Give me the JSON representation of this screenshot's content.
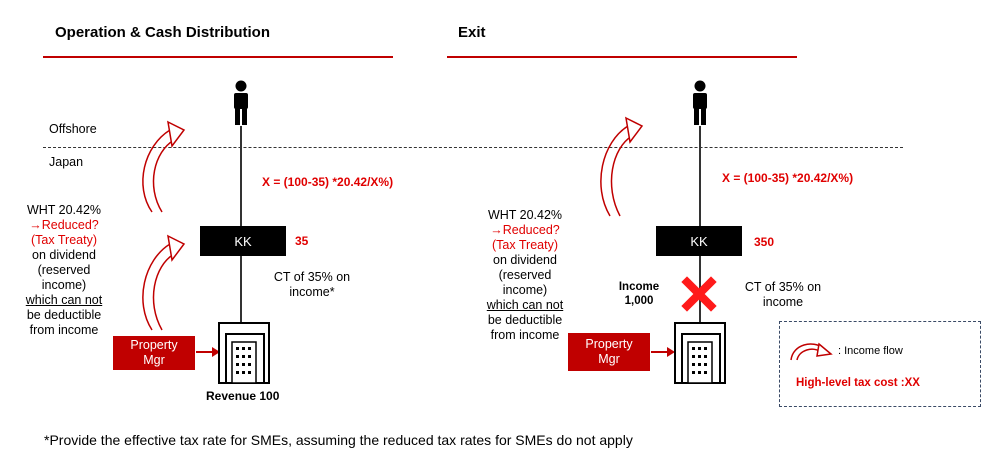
{
  "sections": {
    "left_title": "Operation & Cash Distribution",
    "right_title": "Exit"
  },
  "zones": {
    "offshore": "Offshore",
    "japan": "Japan"
  },
  "left": {
    "formula": "X = (100-35) *20.42/X%)",
    "kk_label": "KK",
    "kk_value": "35",
    "ct_lines": [
      "CT of 35% on",
      "income*"
    ],
    "wht_lines": [
      "WHT 20.42%",
      "→Reduced?",
      "(Tax Treaty)",
      "on dividend",
      "(reserved",
      "income)",
      "which can not",
      "be deductible",
      "from income"
    ],
    "property_mgr_lines": [
      "Property",
      "Mgr"
    ],
    "revenue": "Revenue 100"
  },
  "right": {
    "formula": "X = (100-35) *20.42/X%)",
    "kk_label": "KK",
    "kk_value": "350",
    "ct_lines": [
      "CT of 35% on",
      "income"
    ],
    "income_lines": [
      "Income",
      "1,000"
    ],
    "wht_lines": [
      "WHT 20.42%",
      "→Reduced?",
      "(Tax Treaty)",
      "on dividend",
      "(reserved",
      "income)",
      "which can not",
      "be deductible",
      "from income"
    ],
    "property_mgr_lines": [
      "Property",
      "Mgr"
    ]
  },
  "legend": {
    "flow_label": ": Income flow",
    "cost_label": "High-level tax cost :XX"
  },
  "footnote": "*Provide the effective tax rate for SMEs, assuming the reduced tax rates for SMEs do not apply",
  "colors": {
    "accent_red": "#c00000",
    "text_red": "#e00000",
    "kk_black": "#000000"
  },
  "icons": [
    "person-icon",
    "building-icon",
    "curved-arrow-icon",
    "x-mark-icon",
    "right-arrow-icon"
  ]
}
